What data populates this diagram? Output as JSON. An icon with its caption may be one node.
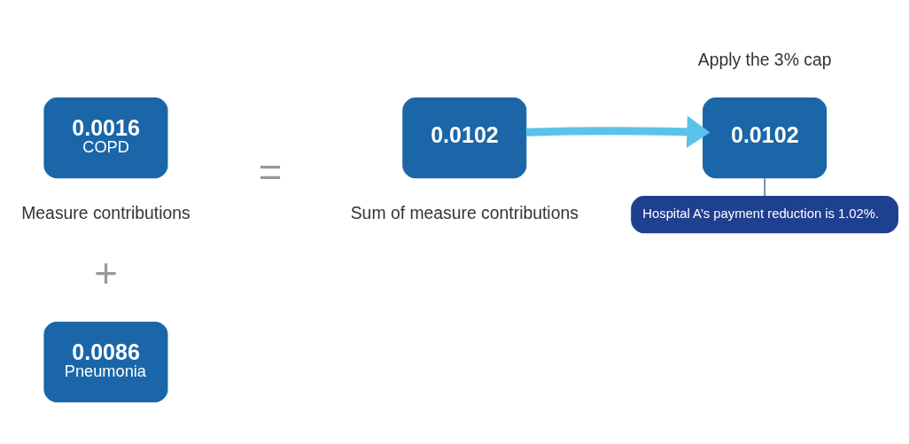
{
  "diagram": {
    "nodes": [
      {
        "text": [
          "0.0016",
          "COPD"
        ]
      },
      {
        "text": [
          "0.0086",
          "Pneumonia"
        ]
      },
      {
        "text": [
          "0.0102"
        ]
      },
      {
        "text": [
          "0.0102"
        ]
      },
      {
        "text": [
          "Hospital A’s payment reduction is 1.02%."
        ]
      }
    ],
    "edges": [
      {
        "from": 2,
        "to": 3,
        "arrow": "to",
        "style": "thick",
        "color": "#5bc3ea"
      },
      {
        "from": 4,
        "to": 3,
        "arrow": "none",
        "color": "#1f3f8f"
      }
    ],
    "labels": [
      "Measure contributions",
      "Sum of measure contributions",
      "Apply the 3% cap",
      "+",
      "="
    ]
  }
}
